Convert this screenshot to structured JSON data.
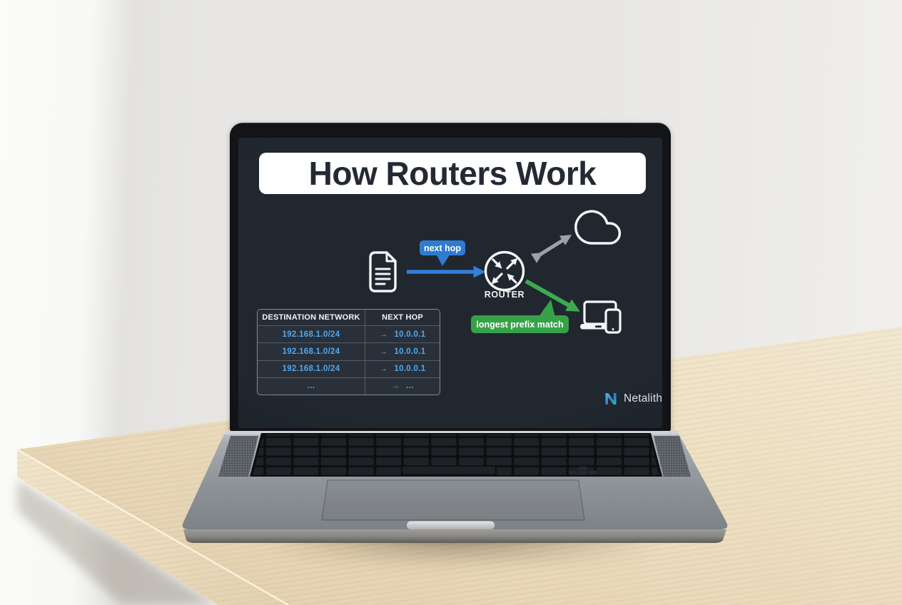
{
  "slide": {
    "title": "How Routers Work",
    "flow": {
      "next_hop_bubble": "next hop",
      "router_label": "ROUTER",
      "match_bubble": "longest prefix match"
    },
    "routing_table": {
      "headers": [
        "DESTINATION NETWORK",
        "NEXT HOP"
      ],
      "rows": [
        {
          "destination": "192.168.1.0/24",
          "arrow": "→",
          "next_hop": "10.0.0.1"
        },
        {
          "destination": "192.168.1.0/24",
          "arrow": "→",
          "next_hop": "10.0.0.1"
        },
        {
          "destination": "192.168.1.0/24",
          "arrow": "→",
          "next_hop": "10.0.0.1"
        },
        {
          "destination": "...",
          "arrow": "→",
          "next_hop": "..."
        }
      ]
    },
    "brand": "Netalith",
    "icons": [
      "document-icon",
      "router-icon",
      "cloud-icon",
      "laptop-phone-icon"
    ],
    "colors": {
      "screen_background": "#21272f",
      "accent_blue": "#2e7cd2",
      "table_value_blue": "#4fa8ef",
      "accent_green": "#37a148",
      "arrow_gray": "#9ba1a9",
      "banner_background": "#ffffff",
      "title_text": "#242933"
    }
  }
}
